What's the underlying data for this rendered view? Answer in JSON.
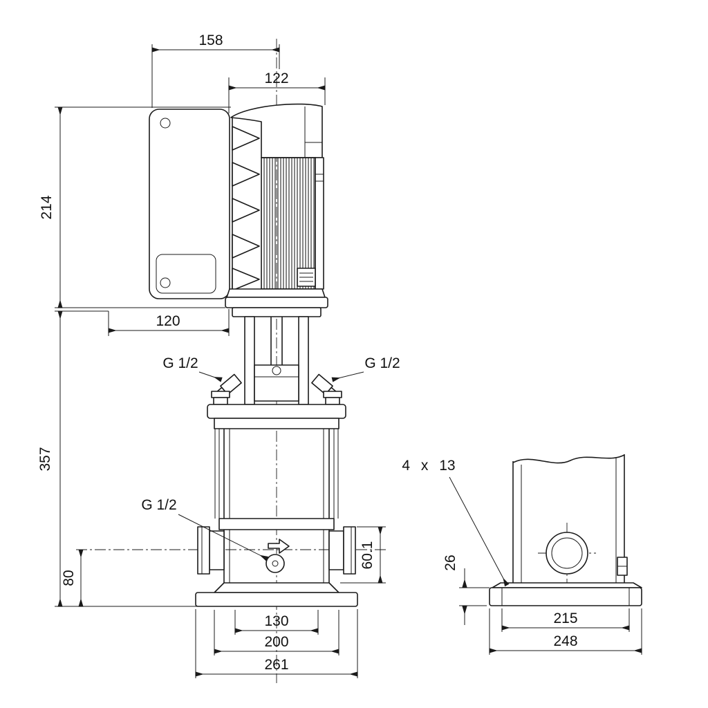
{
  "dimensions": {
    "motor_box_width": "158",
    "motor_width": "122",
    "motor_height": "214",
    "head_width": "120",
    "port_top_left": "G 1/2",
    "port_top_right": "G 1/2",
    "pump_height": "357",
    "drain_port": "G 1/2",
    "port_center_height": "80",
    "discharge_height": "60.1",
    "base_inner_width": "130",
    "base_mid_width": "200",
    "base_width": "261",
    "mounting_holes": "4 x 13",
    "baseplate_thickness": "26",
    "baseplate_inner_depth": "215",
    "baseplate_depth": "248"
  },
  "colors": {
    "line": "#1a1a1a",
    "background": "#ffffff"
  }
}
